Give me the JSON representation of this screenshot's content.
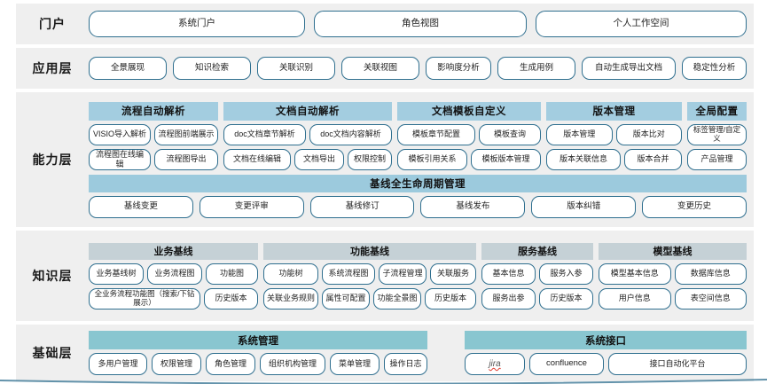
{
  "colors": {
    "row_bg": "#efefef",
    "pill_border": "#2f6f8f",
    "capability_header": "#a3cde0",
    "lifecycle_header": "#9ccadd",
    "knowledge_header": "#c5d1d6",
    "base_header": "#89c6d0",
    "spellcheck_underline": "#e03b2f"
  },
  "layers": {
    "portal": {
      "label": "门户",
      "items": [
        "系统门户",
        "角色视图",
        "个人工作空间"
      ]
    },
    "application": {
      "label": "应用层",
      "items": [
        "全景展现",
        "知识检索",
        "关联识别",
        "关联视图",
        "影响度分析",
        "生成用例",
        "自动生成导出文档",
        "稳定性分析"
      ]
    },
    "capability": {
      "label": "能力层",
      "groups": [
        {
          "title": "流程自动解析",
          "rows": [
            [
              "VISIO导入解析",
              "流程图前端展示"
            ],
            [
              "流程图在线编辑",
              "流程图导出"
            ]
          ]
        },
        {
          "title": "文档自动解析",
          "rows": [
            [
              "doc文档章节解析",
              "doc文档内容解析"
            ],
            [
              "文档在线编辑",
              "文档导出",
              "权限控制"
            ]
          ]
        },
        {
          "title": "文档模板自定义",
          "rows": [
            [
              "模板章节配置",
              "模板查询"
            ],
            [
              "模板引用关系",
              "模板版本管理"
            ]
          ]
        },
        {
          "title": "版本管理",
          "rows": [
            [
              "版本管理",
              "版本比对"
            ],
            [
              "版本关联信息",
              "版本合并"
            ]
          ]
        },
        {
          "title": "全局配置",
          "rows": [
            [
              "标签管理/自定义"
            ],
            [
              "产品管理"
            ]
          ]
        }
      ],
      "lifecycle": {
        "title": "基线全生命周期管理",
        "items": [
          "基线变更",
          "变更评审",
          "基线修订",
          "基线发布",
          "版本纠错",
          "变更历史"
        ]
      }
    },
    "knowledge": {
      "label": "知识层",
      "groups": [
        {
          "title": "业务基线",
          "rows": [
            [
              "业务基线树",
              "业务流程图",
              "功能图"
            ],
            [
              "全业务流程功能图（搜索/下钻展示）",
              "历史版本"
            ]
          ]
        },
        {
          "title": "功能基线",
          "rows": [
            [
              "功能树",
              "系统流程图",
              "子流程管理",
              "关联服务"
            ],
            [
              "关联业务规则",
              "属性可配置",
              "功能全景图",
              "历史版本"
            ]
          ]
        },
        {
          "title": "服务基线",
          "rows": [
            [
              "基本信息",
              "服务入参"
            ],
            [
              "服务出参",
              "历史版本"
            ]
          ]
        },
        {
          "title": "模型基线",
          "rows": [
            [
              "模型基本信息",
              "数据库信息"
            ],
            [
              "用户信息",
              "表空间信息"
            ]
          ]
        }
      ]
    },
    "base": {
      "label": "基础层",
      "groups": [
        {
          "title": "系统管理",
          "items": [
            "多用户管理",
            "权限管理",
            "角色管理",
            "组织机构管理",
            "菜单管理",
            "操作日志"
          ]
        },
        {
          "title": "系统接口",
          "items": [
            "jira",
            "confluence",
            "接口自动化平台"
          ]
        }
      ]
    }
  }
}
